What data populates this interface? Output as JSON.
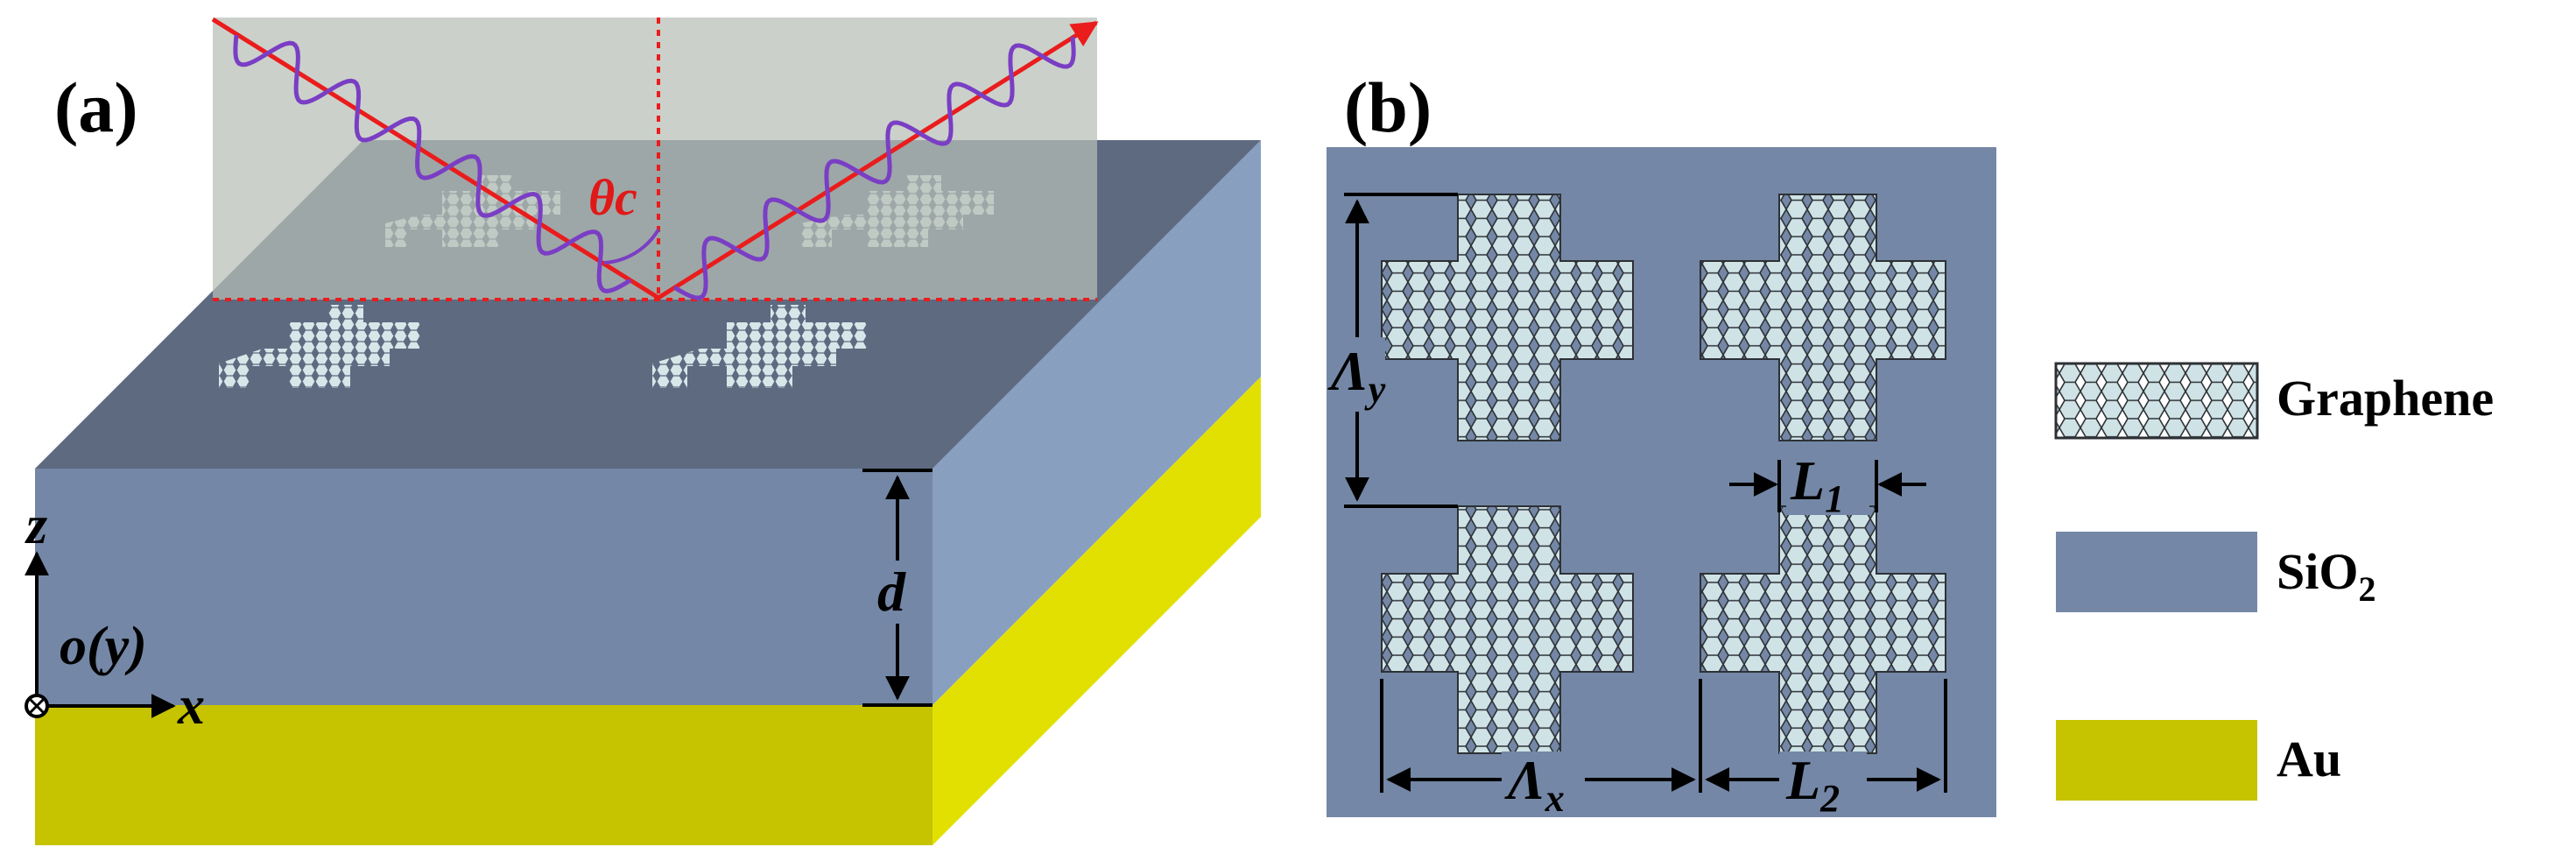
{
  "panel_a": {
    "label": "(a)",
    "angle_label": "θc",
    "thickness_label": "d",
    "axis_z": "z",
    "axis_x": "x",
    "origin_label": "o(y)"
  },
  "panel_b": {
    "label": "(b)",
    "period_x_label": "Λ",
    "period_x_sub": "x",
    "period_y_label": "Λ",
    "period_y_sub": "y",
    "l1_label": "L",
    "l1_sub": "1",
    "l2_label": "L",
    "l2_sub": "2"
  },
  "legend": {
    "items": [
      {
        "label": "Graphene",
        "sub": "",
        "color": "#cfe3e6"
      },
      {
        "label": "SiO",
        "sub": "2",
        "color": "#7487a6"
      },
      {
        "label": "Au",
        "sub": "",
        "color": "#c6c300"
      }
    ]
  },
  "colors": {
    "sio2_front": "#7487a6",
    "sio2_top": "#5d6a80",
    "sio2_side": "#889fc0",
    "au_front": "#c6c300",
    "au_side": "#e2e000",
    "graphene": "#cfe3e6",
    "plane_of_incidence": "#b4bcb3",
    "ray": "#ea1c1c",
    "wave": "#7a3ec4"
  }
}
